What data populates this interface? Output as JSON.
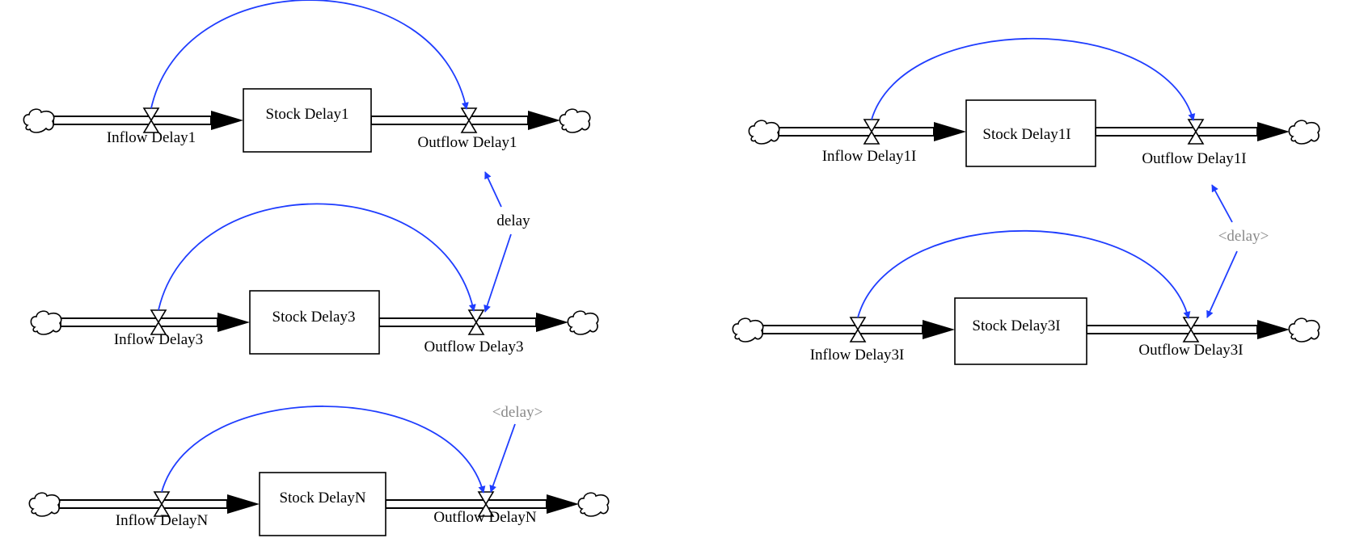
{
  "colors": {
    "link": "#1f3dff",
    "shadow_label": "#8a8a8a",
    "stroke": "#000000"
  },
  "diagrams": [
    {
      "inflow": {
        "label": "Inflow Delay1"
      },
      "stock": {
        "label": "Stock Delay1"
      },
      "outflow": {
        "label": "Outflow Delay1"
      }
    },
    {
      "inflow": {
        "label": "Inflow Delay3"
      },
      "stock": {
        "label": "Stock Delay3"
      },
      "outflow": {
        "label": "Outflow Delay3"
      }
    },
    {
      "inflow": {
        "label": "Inflow DelayN"
      },
      "stock": {
        "label": "Stock DelayN"
      },
      "outflow": {
        "label": "Outflow DelayN"
      }
    },
    {
      "inflow": {
        "label": "Inflow Delay1I"
      },
      "stock": {
        "label": "Stock Delay1I"
      },
      "outflow": {
        "label": "Outflow Delay1I"
      }
    },
    {
      "inflow": {
        "label": "Inflow Delay3I"
      },
      "stock": {
        "label": "Stock Delay3I"
      },
      "outflow": {
        "label": "Outflow Delay3I"
      }
    }
  ],
  "variables": {
    "delay": "delay",
    "delay_shadow_n": "<delay>",
    "delay_shadow_right": "<delay>"
  }
}
